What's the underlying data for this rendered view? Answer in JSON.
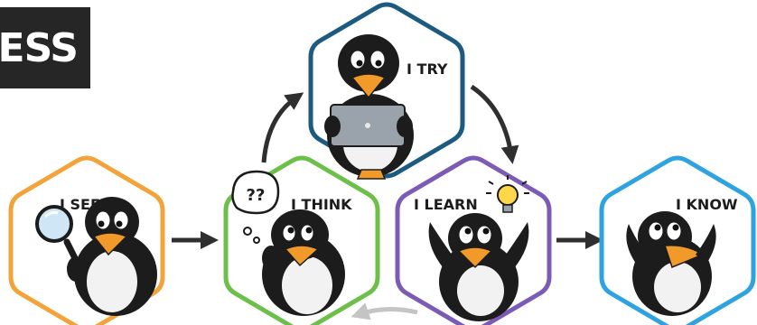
{
  "title_fragment": "ESS",
  "colors": {
    "see": "#f2a33a",
    "think": "#6cc04a",
    "try": "#1d5a80",
    "learn": "#7b5bb5",
    "know": "#2fa3e0",
    "arrow_dark": "#2f2f2f",
    "arrow_light": "#c4c4c4"
  },
  "stages": [
    {
      "id": "see",
      "label": "I SEE",
      "icon": "magnifying-glass-icon"
    },
    {
      "id": "think",
      "label": "I THINK",
      "icon": "question-bubble-icon"
    },
    {
      "id": "try",
      "label": "I TRY",
      "icon": "laptop-icon"
    },
    {
      "id": "learn",
      "label": "I LEARN",
      "icon": "lightbulb-icon"
    },
    {
      "id": "know",
      "label": "I KNOW",
      "icon": "raised-arms-icon"
    }
  ],
  "bubble_text": "??"
}
